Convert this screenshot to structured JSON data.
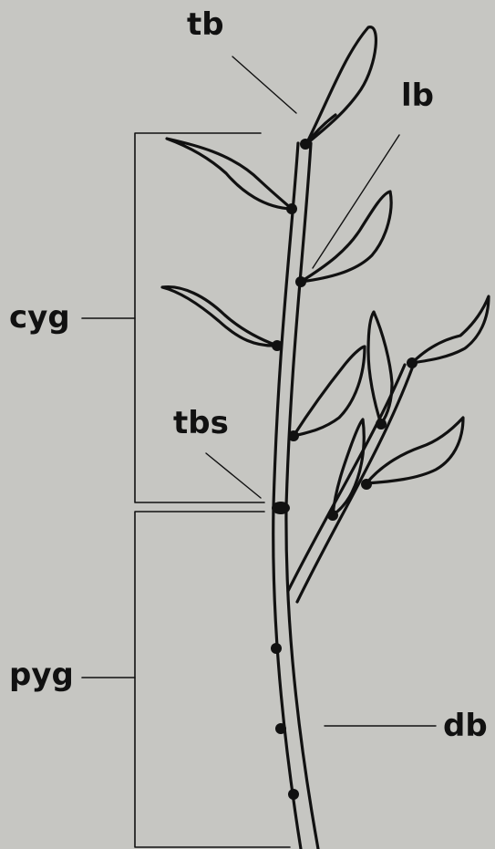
{
  "labels": {
    "tb": "tb",
    "lb": "lb",
    "cyg": "cyg",
    "tbs": "tbs",
    "pyg": "pyg",
    "db": "db"
  },
  "colors": {
    "background": "#c6c6c2",
    "ink": "#111111"
  }
}
